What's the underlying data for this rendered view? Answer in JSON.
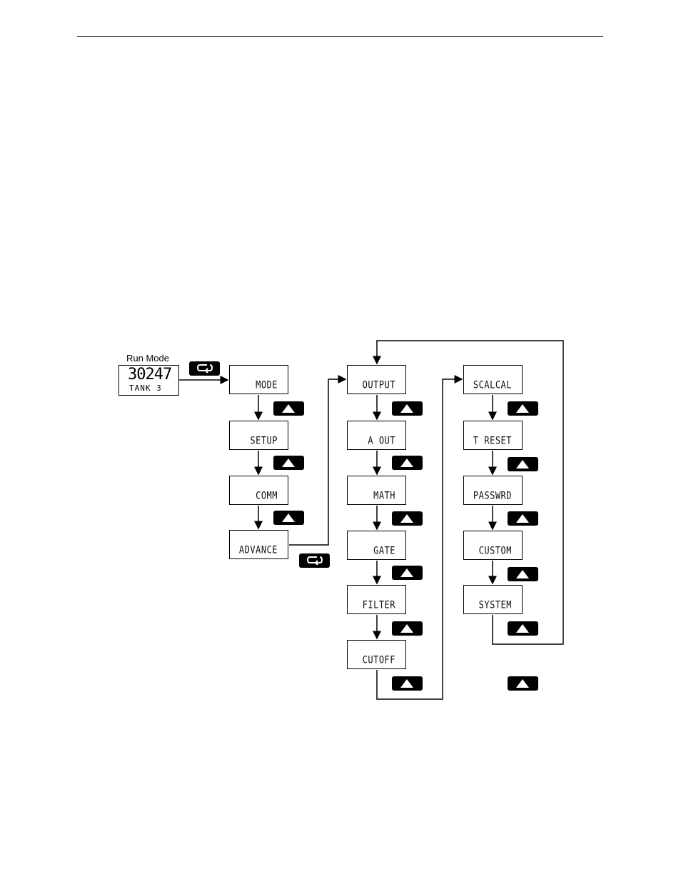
{
  "run_mode": {
    "label": "Run Mode",
    "value": "30247",
    "tag": "TANK 3"
  },
  "column1": [
    "MODE",
    "SETUP",
    "COMM",
    "ADVANCE"
  ],
  "column2": [
    "OUTPUT",
    "A OUT",
    "MATH",
    "GATE",
    "FILTER",
    "CUTOFF"
  ],
  "column3": [
    "SCALCAL",
    "T RESET",
    "PASSWRD",
    "CUSTOM",
    "SYSTEM"
  ],
  "icons": {
    "enter": "enter-return-icon",
    "up": "up-arrow-icon"
  }
}
